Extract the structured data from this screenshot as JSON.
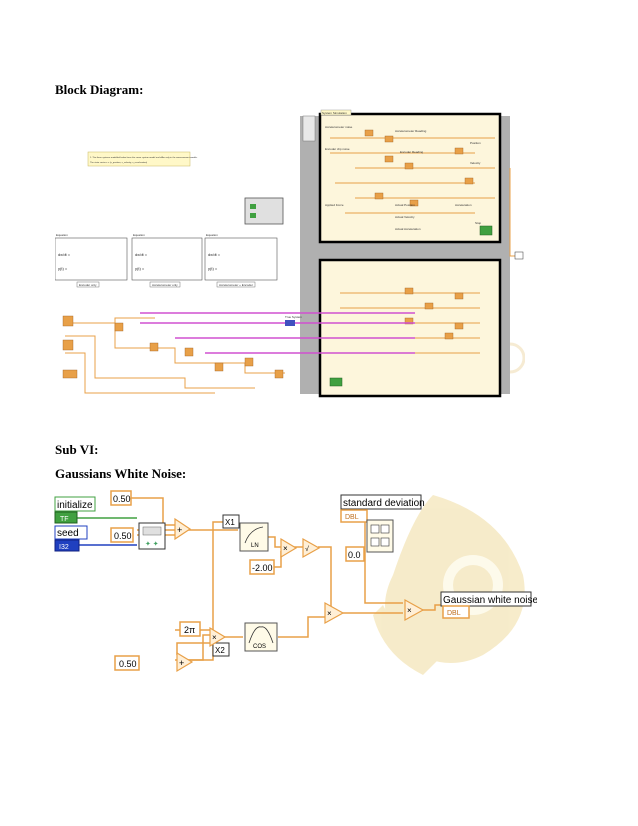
{
  "headings": {
    "block_diagram": "Block Diagram:",
    "sub_vi": "Sub VI:",
    "gaussian_white_noise": "Gaussians White Noise:"
  },
  "colors": {
    "orange_wire": "#e8a048",
    "blue_wire": "#2040c0",
    "pink_wire": "#d050d0",
    "green_wire": "#40a040",
    "parchment": "#fdf6dc",
    "watermark": "#f0dca0"
  },
  "block_diagram": {
    "note_line1": "1. The three systems modelled below have the same system model and differ only in the measurement models",
    "note_line2": "The state vector x = (x_position, x_velocity, x_acceleration)",
    "frame_top_label": "System Simulation",
    "top_loop_labels": [
      "Accelerometer noise",
      "Encoder clip noise",
      "Accelerometer Reading",
      "Encoder Reading",
      "Applied Force",
      "Actual Position",
      "Actual Velocity",
      "Actual Acceleration",
      "Position",
      "Velocity",
      "Acceleration",
      "Stop"
    ],
    "equation_tables": [
      {
        "title": "Equation",
        "caption": "Encoder only"
      },
      {
        "title": "Equation",
        "caption": "Accelerometer only"
      },
      {
        "title": "Equation",
        "caption": "Accelerometer + Encoder"
      }
    ],
    "true_system_label": "True System"
  },
  "gaussian_white_noise": {
    "initialize_label": "initialize",
    "initialize_value": "TF",
    "seed_label": "seed",
    "seed_value": "I32",
    "const_050_a": "0.50",
    "const_050_b": "0.50",
    "const_050_c": "0.50",
    "x1_label": "X1",
    "x2_label": "X2",
    "neg_two": "-2.00",
    "two_pi": "2π",
    "ln_label": "LN",
    "cos_label": "COS",
    "std_dev_label": "standard deviation",
    "std_dev_type": "DBL",
    "zero_const": "0.0",
    "output_label": "Gaussian white noise",
    "output_type": "DBL"
  }
}
